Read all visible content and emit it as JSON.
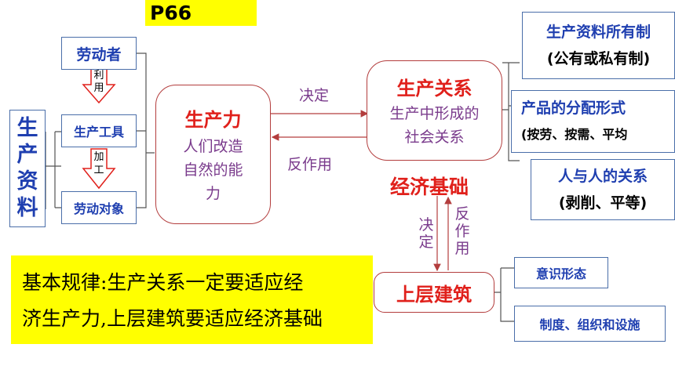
{
  "page_tag": "P66",
  "means_of_production": {
    "label": "生产资料",
    "chars": [
      "生",
      "产",
      "资",
      "料"
    ],
    "items": {
      "laborer": "劳动者",
      "tool": "生产工具",
      "object": "劳动对象"
    },
    "arrow1_label": [
      "利",
      "用"
    ],
    "arrow2_label": [
      "加",
      "工"
    ]
  },
  "productive_forces": {
    "title": "生产力",
    "desc_lines": [
      "人们改造",
      "自然的能",
      "力"
    ]
  },
  "relations_of_production": {
    "title": "生产关系",
    "desc_lines": [
      "生产中形成的",
      "社会关系"
    ]
  },
  "arrow_labels": {
    "decide": "决定",
    "react": "反作用",
    "decide_v": [
      "决",
      "定"
    ],
    "react_v": [
      "反",
      "作",
      "用"
    ]
  },
  "relation_components": {
    "ownership": [
      "生产资料所有制",
      "(公有或私有制)"
    ],
    "distribution": [
      "产品的分配形式",
      "(按劳、按需、平均"
    ],
    "human_relations": [
      "人与人的关系",
      "(剥削、平等)"
    ]
  },
  "economic_base": "经济基础",
  "superstructure": {
    "title": "上层建筑",
    "items": [
      "意识形态",
      "制度、组织和设施"
    ]
  },
  "basic_law": {
    "lines": [
      "基本规律:生产关系一定要适应经",
      "济生产力,上层建筑要适应经济基础"
    ]
  }
}
